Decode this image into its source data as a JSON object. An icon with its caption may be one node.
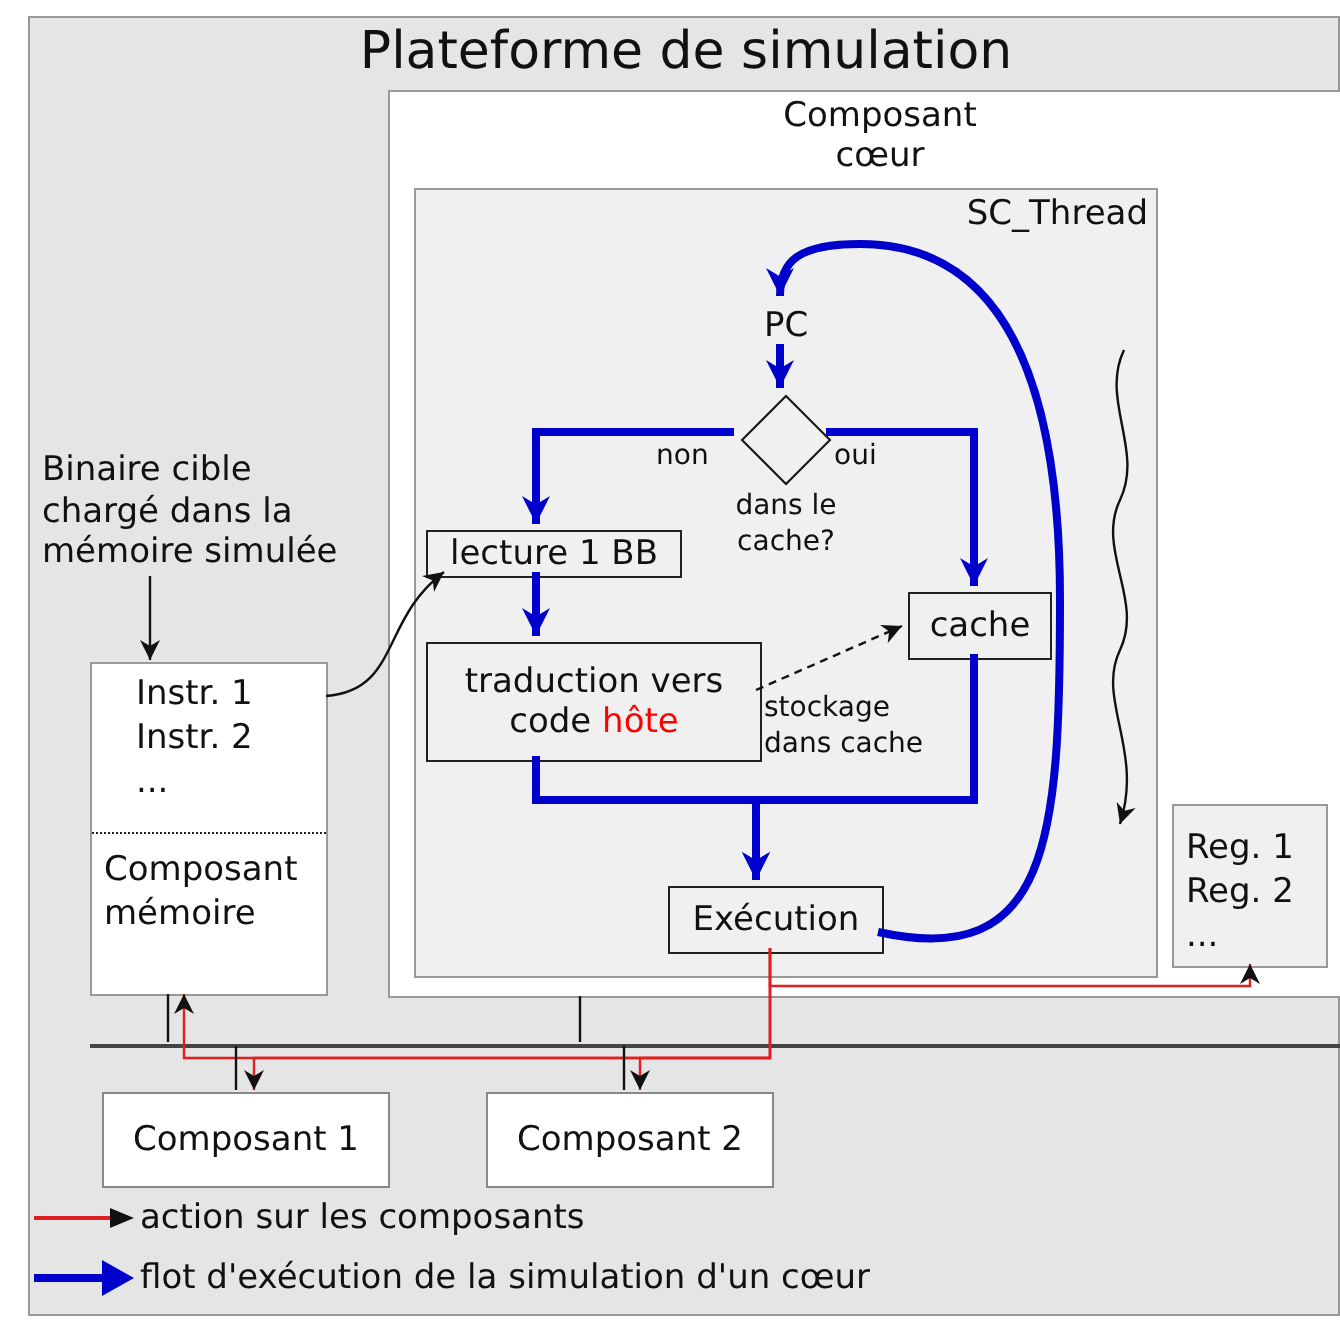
{
  "diagram": {
    "nodes": [
      {
        "text": [
          "Plateforme de simulation"
        ]
      },
      {
        "text": [
          "Composant cœur"
        ],
        "in": 0
      },
      {
        "text": [
          "SC_Thread"
        ],
        "in": 1
      },
      {
        "text": [
          "PC"
        ],
        "in": 2
      },
      {
        "text": [],
        "shape": "diamond",
        "beside": [
          "dans le cache?"
        ],
        "in": 2
      },
      {
        "text": [
          "lecture 1 BB"
        ],
        "in": 2
      },
      {
        "text": [
          "traduction vers code hôte"
        ],
        "in": 2
      },
      {
        "text": [
          "cache"
        ],
        "in": 2
      },
      {
        "text": [
          "Exécution"
        ],
        "in": 2
      },
      {
        "text": [
          "Binaire cible chargé dans la mémoire simulée"
        ],
        "in": 0
      },
      {
        "text": [
          "Instr. 1",
          "Instr. 2",
          "...",
          "Composant mémoire"
        ],
        "in": 0
      },
      {
        "text": [
          "Reg. 1",
          "Reg. 2",
          "..."
        ],
        "in": 1
      },
      {
        "text": [],
        "shape": "bar",
        "in": 0
      },
      {
        "text": [
          "Composant 1"
        ],
        "in": 0
      },
      {
        "text": [
          "Composant 2"
        ],
        "in": 0
      }
    ],
    "edges": [
      {
        "from": 3,
        "to": 4,
        "arrow": "to",
        "style": "thick",
        "color": "#0000cc"
      },
      {
        "from": 4,
        "to": 5,
        "arrow": "to",
        "label": "non",
        "style": "thick",
        "color": "#0000cc"
      },
      {
        "from": 4,
        "to": 7,
        "arrow": "to",
        "label": "oui",
        "style": "thick",
        "color": "#0000cc"
      },
      {
        "from": 5,
        "to": 6,
        "arrow": "to",
        "style": "thick",
        "color": "#0000cc"
      },
      {
        "from": 6,
        "to": 8,
        "arrow": "to",
        "style": "thick",
        "color": "#0000cc"
      },
      {
        "from": 7,
        "to": 8,
        "arrow": "to",
        "style": "thick",
        "color": "#0000cc"
      },
      {
        "from": 8,
        "to": 3,
        "arrow": "to",
        "style": "thick",
        "color": "#0000cc"
      },
      {
        "from": 6,
        "to": 7,
        "arrow": "to",
        "label": "stockage dans cache",
        "style": "dashed",
        "color": "#111111"
      },
      {
        "from": 10,
        "to": 5,
        "arrow": "to",
        "color": "#111111"
      },
      {
        "from": 9,
        "to": 10,
        "arrow": "to",
        "color": "#111111"
      },
      {
        "from": 8,
        "to": 11,
        "arrow": "to",
        "color": "#e02020"
      },
      {
        "from": 8,
        "to": 10,
        "arrow": "to",
        "color": "#e02020"
      },
      {
        "from": 8,
        "to": 13,
        "arrow": "to",
        "color": "#e02020"
      },
      {
        "from": 8,
        "to": 14,
        "arrow": "to",
        "color": "#e02020"
      },
      {
        "from": 12,
        "to": 10,
        "arrow": "none",
        "color": "#111111"
      },
      {
        "from": 12,
        "to": 1,
        "arrow": "none",
        "color": "#111111"
      },
      {
        "from": 12,
        "to": 13,
        "arrow": "none",
        "color": "#111111"
      },
      {
        "from": 12,
        "to": 14,
        "arrow": "none",
        "color": "#111111"
      }
    ],
    "legend": [
      {
        "text": "action sur les composants"
      },
      {
        "text": "flot d'exécution de la simulation d'un cœur"
      }
    ]
  }
}
